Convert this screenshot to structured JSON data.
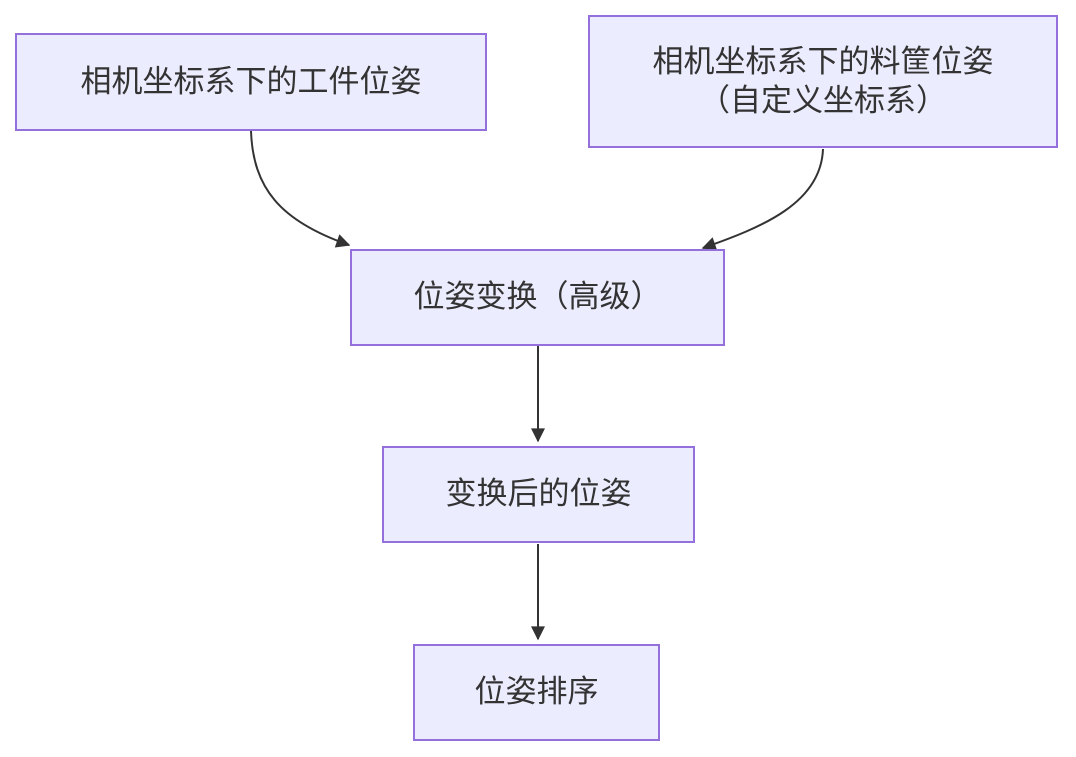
{
  "diagram": {
    "type": "flowchart",
    "direction": "top-down",
    "colors": {
      "node_fill": "#ECECFF",
      "node_border": "#9370DB",
      "node_text": "#333333",
      "arrow": "#333333",
      "background": "#FFFFFF"
    },
    "nodes": [
      {
        "id": "workpiece-pose-camera",
        "label": "相机坐标系下的工件位姿"
      },
      {
        "id": "basket-pose-camera",
        "label": "相机坐标系下的料筐位姿\n（自定义坐标系）"
      },
      {
        "id": "pose-transform-advanced",
        "label": "位姿变换（高级）"
      },
      {
        "id": "transformed-pose",
        "label": "变换后的位姿"
      },
      {
        "id": "pose-sorting",
        "label": "位姿排序"
      }
    ],
    "edges": [
      {
        "from": "workpiece-pose-camera",
        "to": "pose-transform-advanced",
        "style": "curved"
      },
      {
        "from": "basket-pose-camera",
        "to": "pose-transform-advanced",
        "style": "curved"
      },
      {
        "from": "pose-transform-advanced",
        "to": "transformed-pose",
        "style": "straight"
      },
      {
        "from": "transformed-pose",
        "to": "pose-sorting",
        "style": "straight"
      }
    ]
  }
}
